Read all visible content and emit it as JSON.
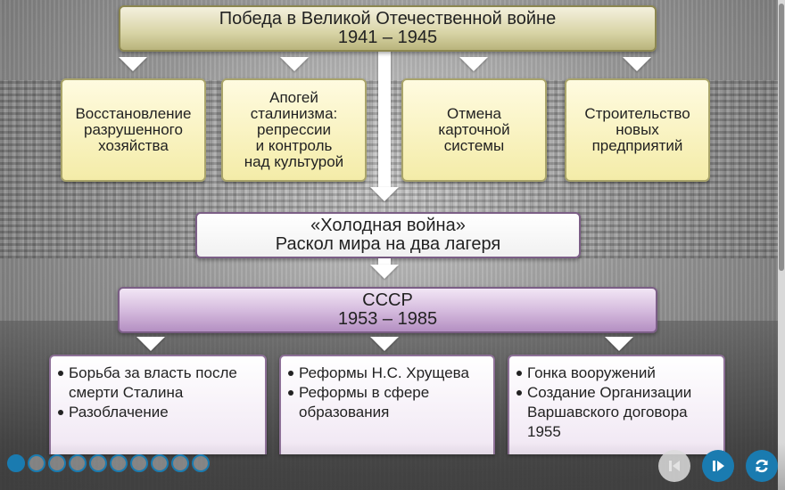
{
  "top": {
    "line1": "Победа в Великой Отечественной войне",
    "line2": "1941 – 1945"
  },
  "cards": [
    {
      "lines": [
        "Восстановление",
        "разрушенного",
        "хозяйства"
      ]
    },
    {
      "lines": [
        "Апогей",
        "сталинизма:",
        "репрессии",
        "и контроль",
        "над культурой"
      ]
    },
    {
      "lines": [
        "Отмена",
        "карточной",
        "системы"
      ]
    },
    {
      "lines": [
        "Строительство",
        "новых",
        "предприятий"
      ]
    }
  ],
  "cold_war": {
    "line1": "«Холодная война»",
    "line2": "Раскол мира на два лагеря"
  },
  "ussr": {
    "line1": "СССР",
    "line2": "1953 – 1985"
  },
  "bottom_lists": [
    {
      "items": [
        "Борьба за власть после смерти Сталина",
        "Разоблачение"
      ]
    },
    {
      "items": [
        "Реформы Н.С. Хрущева",
        "Реформы в сфере образования"
      ]
    },
    {
      "items": [
        "Гонка вооружений",
        "Создание Организации Варшавского договора 1955"
      ]
    }
  ],
  "controls": {
    "total_steps": 10,
    "current_step": 1,
    "prev_icon": "step-back-icon",
    "next_icon": "play-next-icon",
    "reload_icon": "reload-icon"
  },
  "colors": {
    "accent": "#1a7bb0"
  }
}
